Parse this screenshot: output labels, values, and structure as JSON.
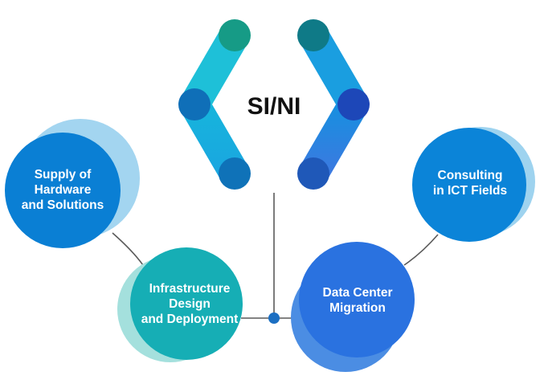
{
  "hub": {
    "title": "SI/NI"
  },
  "nodes": {
    "supply": {
      "line1": "Supply of",
      "line2": "Hardware",
      "line3": "and Solutions"
    },
    "infrastructure": {
      "line1": "Infrastructure",
      "line2": "Design",
      "line3": "and Deployment"
    },
    "datacenter": {
      "line1": "Data Center",
      "line2": "Migration"
    },
    "consulting": {
      "line1": "Consulting",
      "line2": "in ICT Fields"
    }
  },
  "colors": {
    "supply": "#0a7fd4",
    "infrastructure": "#16aeb5",
    "datacenter": "#2a72e0",
    "consulting": "#0b84d8",
    "hexagon_top": "#1dcf9a",
    "hexagon_sides": "#13b7d4",
    "connector": "#555555",
    "junction": "#1c6fc2"
  }
}
